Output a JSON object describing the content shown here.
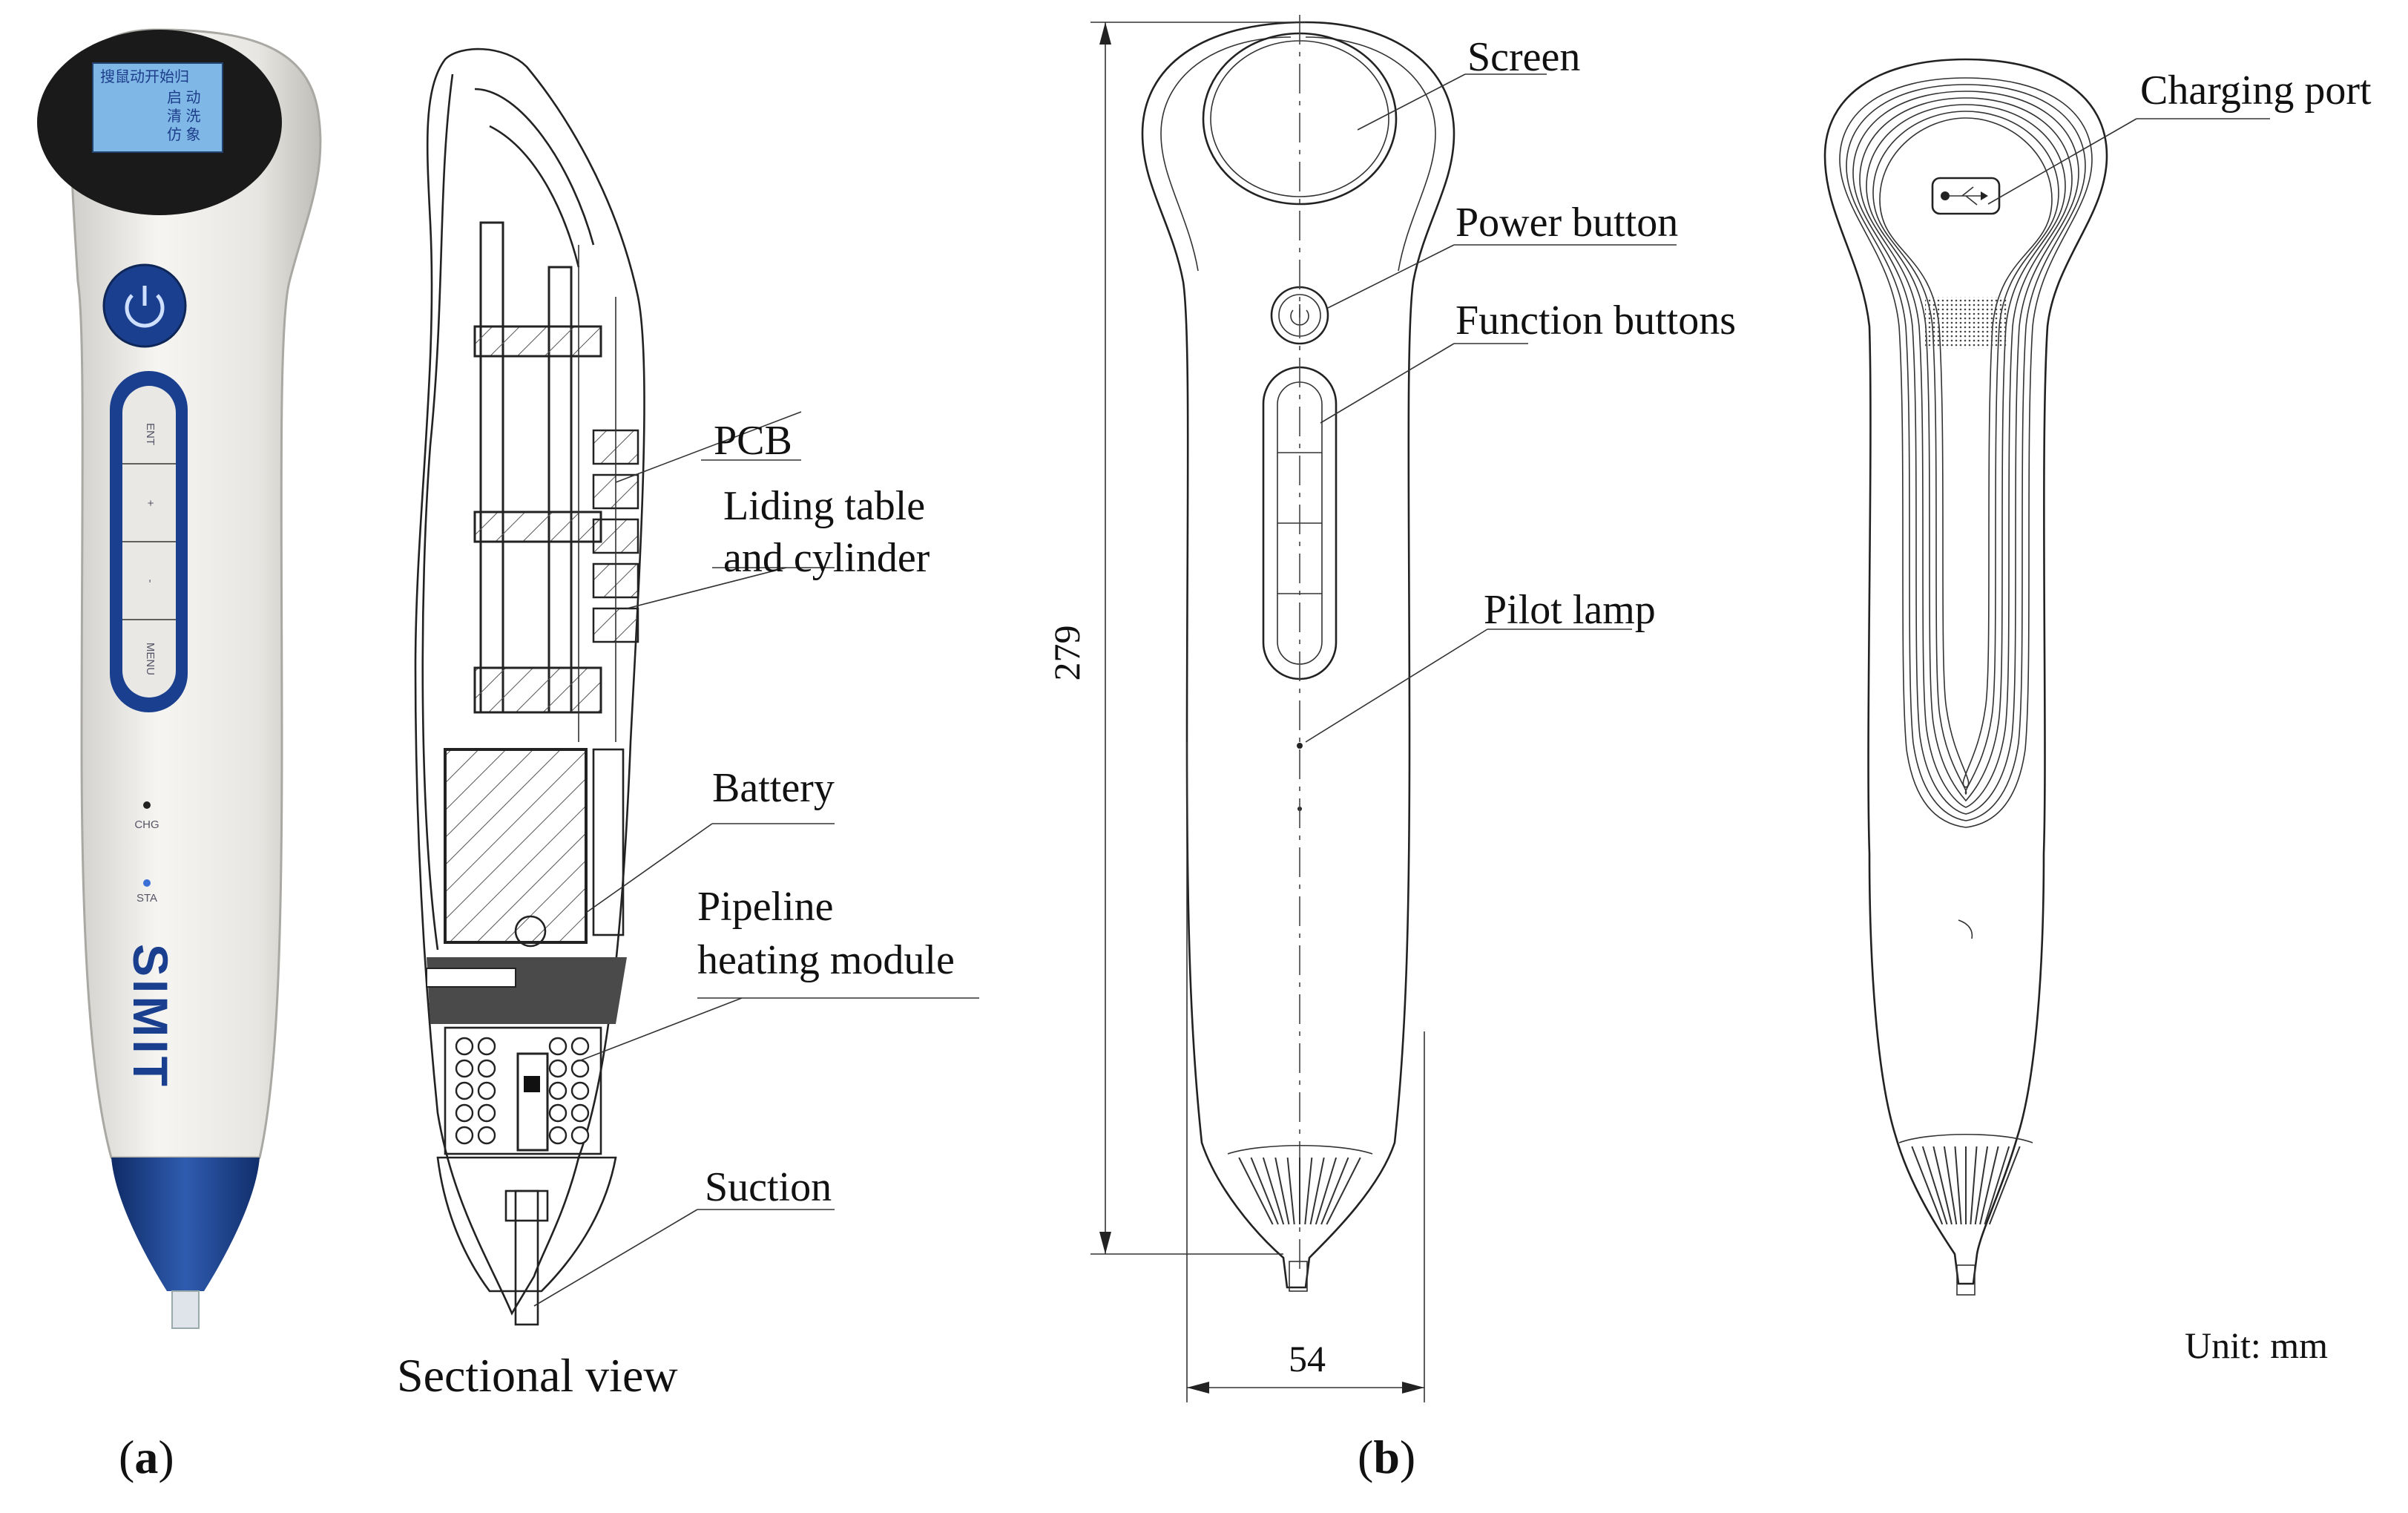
{
  "panels": {
    "a": {
      "prefix": "(",
      "letter": "a",
      "suffix": ")"
    },
    "b": {
      "prefix": "(",
      "letter": "b",
      "suffix": ")"
    }
  },
  "photo": {
    "brand": "SIMIT",
    "screen_lines": [
      "搜鼠动开始归",
      "启 动",
      "清 洗",
      "仿 象"
    ],
    "buttons": [
      "ENT",
      "+",
      "-",
      "MENU"
    ],
    "indicators": [
      "CHG",
      "STA"
    ],
    "colors": {
      "body": "#e9e8e4",
      "accent": "#1b3f8f",
      "screen": "#7fb8e6"
    }
  },
  "sectional": {
    "caption": "Sectional view",
    "labels": {
      "pcb": "PCB",
      "liding_1": "Liding table",
      "liding_2": "and cylinder",
      "battery": "Battery",
      "pipeline_1": "Pipeline",
      "pipeline_2": "heating module",
      "suction": "Suction"
    }
  },
  "front_drawing": {
    "labels": {
      "screen": "Screen",
      "power": "Power button",
      "function": "Function buttons",
      "pilot": "Pilot lamp"
    },
    "dimensions": {
      "height": "279",
      "width": "54"
    }
  },
  "back_drawing": {
    "labels": {
      "charging": "Charging port"
    },
    "unit": "Unit: mm"
  }
}
